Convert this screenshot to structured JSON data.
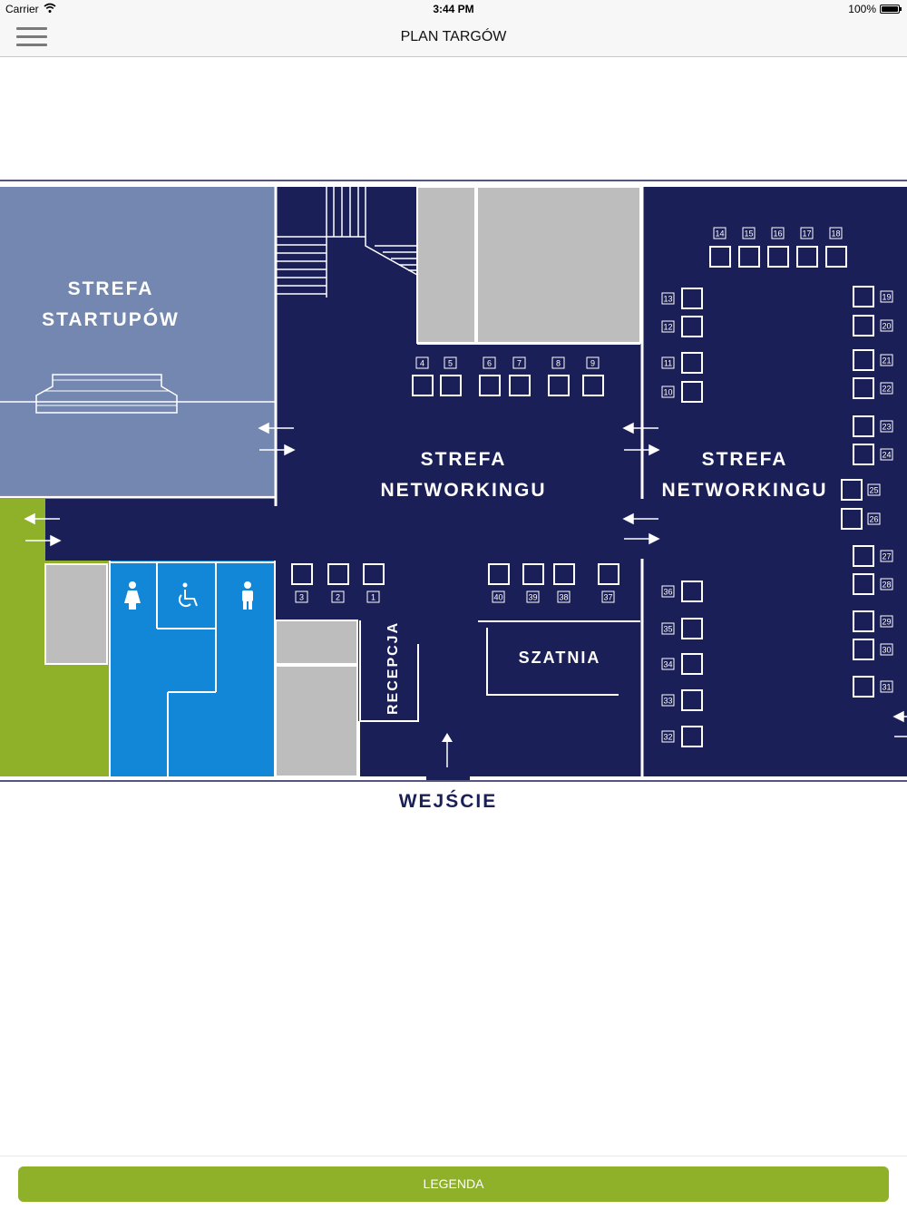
{
  "status_bar": {
    "carrier": "Carrier",
    "time": "3:44 PM",
    "battery": "100%",
    "battery_level": 1.0
  },
  "nav": {
    "title": "PLAN TARGÓW",
    "menu_icon": "hamburger-menu-icon"
  },
  "map": {
    "startup_zone": [
      "STREFA",
      "STARTUPÓW"
    ],
    "networking_zone_center": [
      "STREFA",
      "NETWORKINGU"
    ],
    "networking_zone_right": [
      "STREFA",
      "NETWORKINGU"
    ],
    "cloakroom": "SZATNIA",
    "reception": "RECEPCJA",
    "entrance": "WEJŚCIE",
    "icons": [
      "women-restroom-icon",
      "accessible-restroom-icon",
      "men-restroom-icon",
      "arrow-icon"
    ],
    "colors": {
      "navy": "#1b1f57",
      "startup_blue": "#7387b0",
      "restroom_blue": "#1287d8",
      "green": "#8fb12a",
      "gray": "#bdbdbd"
    },
    "booths": {
      "top_row": [
        "14",
        "15",
        "16",
        "17",
        "18"
      ],
      "center_row": [
        "4",
        "5",
        "6",
        "7",
        "8",
        "9"
      ],
      "left_column": [
        "13",
        "12",
        "11",
        "10"
      ],
      "right_column": [
        "19",
        "20",
        "21",
        "22",
        "23",
        "24",
        "25",
        "26",
        "27",
        "28",
        "29",
        "30",
        "31"
      ],
      "bottom_left": [
        "3",
        "2",
        "1"
      ],
      "bottom_center": [
        "40",
        "39",
        "38",
        "37"
      ],
      "lower_column": [
        "36",
        "35",
        "34",
        "33",
        "32"
      ]
    }
  },
  "footer": {
    "legend_label": "LEGENDA"
  }
}
